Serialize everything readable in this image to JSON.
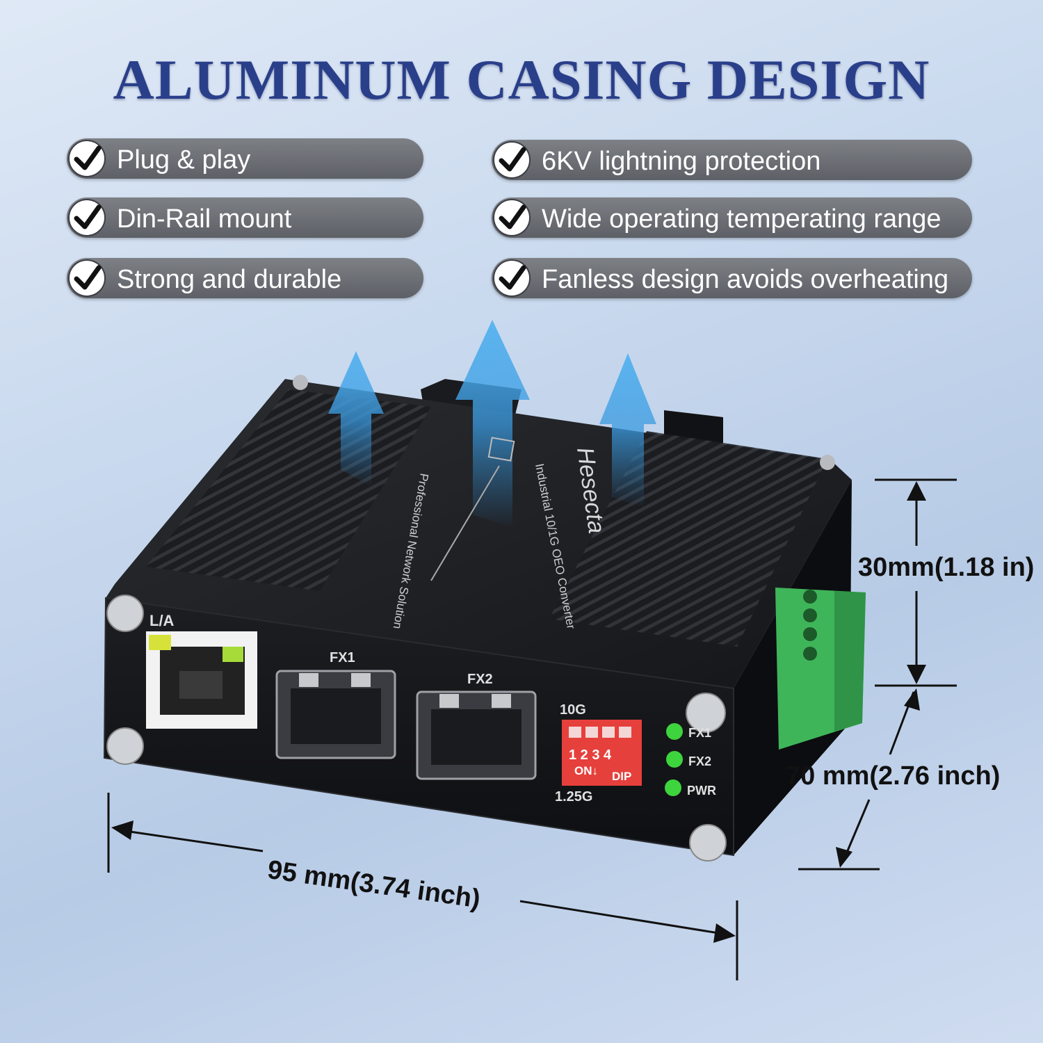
{
  "title": "ALUMINUM CASING DESIGN",
  "features_left": [
    "Plug & play",
    "Din-Rail mount",
    "Strong and durable"
  ],
  "features_right": [
    "6KV lightning protection",
    "Wide operating temperating range",
    "Fanless design avoids  overheating"
  ],
  "dimensions": {
    "height": "30mm(1.18 in)",
    "depth": "70 mm(2.76 inch)",
    "width": "95 mm(3.74 inch)"
  },
  "device": {
    "brand": "Hesecta",
    "top_text_1": "Industrial 10/1G OEO Converter",
    "top_text_2": "Professional Network Solution",
    "port_la": "L/A",
    "port_fx1": "FX1",
    "port_fx2": "FX2",
    "dip_top": "10G",
    "dip_bottom": "1.25G",
    "dip_numbers": "1 2 3 4",
    "dip_on": "ON↓",
    "dip_dip": "DIP",
    "led_fx1": "FX1",
    "led_fx2": "FX2",
    "led_pwr": "PWR"
  },
  "colors": {
    "title": "#2a3f8a",
    "pill": "#6b6e73",
    "arrow": "#2f8fd6",
    "terminal": "#3fb55a",
    "led": "#3dd43d",
    "dip": "#e6403c"
  }
}
